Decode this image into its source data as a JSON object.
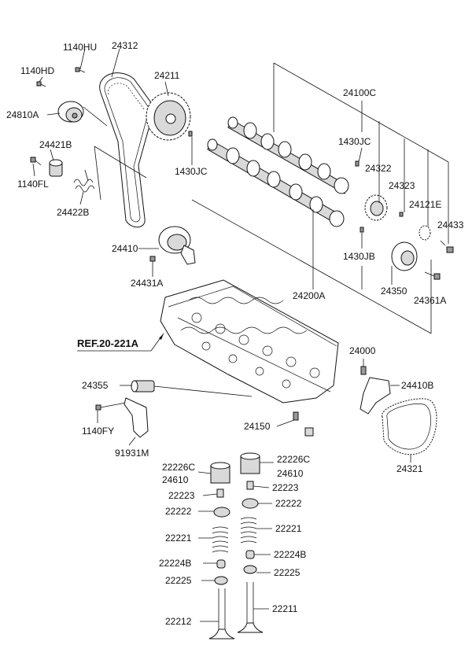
{
  "reference": "REF.20-221A",
  "labels": {
    "p1140HU": "1140HU",
    "p24312": "24312",
    "p1140HD": "1140HD",
    "p24211": "24211",
    "p24810A": "24810A",
    "p24100C": "24100C",
    "p24421B": "24421B",
    "p1430JC_a": "1430JC",
    "p1430JC_b": "1430JC",
    "p1140FL": "1140FL",
    "p24322": "24322",
    "p24323": "24323",
    "p24422B": "24422B",
    "p24121E": "24121E",
    "p24433": "24433",
    "p24410": "24410",
    "p1430JB": "1430JB",
    "p24431A": "24431A",
    "p24200A": "24200A",
    "p24350": "24350",
    "p24361A": "24361A",
    "p24000": "24000",
    "p24355": "24355",
    "p24410B": "24410B",
    "p1140FY": "1140FY",
    "p24150": "24150",
    "p91931M": "91931M",
    "p24321": "24321",
    "p22226C_l": "22226C",
    "p24610_l": "24610",
    "p22226C_r": "22226C",
    "p24610_r": "24610",
    "p22223_l": "22223",
    "p22223_r": "22223",
    "p22222_l": "22222",
    "p22222_r": "22222",
    "p22221_l": "22221",
    "p22221_r": "22221",
    "p22224B_l": "22224B",
    "p22224B_r": "22224B",
    "p22225_l": "22225",
    "p22225_r": "22225",
    "p22212": "22212",
    "p22211": "22211"
  }
}
